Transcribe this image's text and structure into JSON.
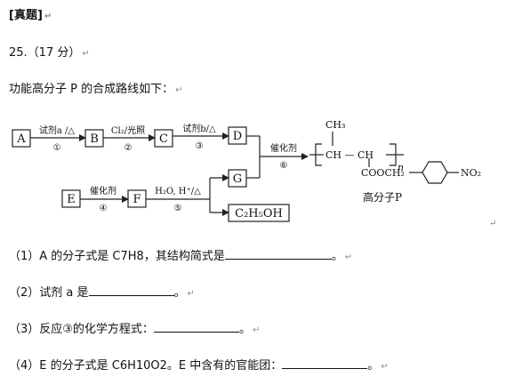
{
  "header": {
    "tag": "[真题]"
  },
  "question": {
    "number": "25.（17 分）",
    "intro": "功能高分子 P 的合成路线如下："
  },
  "diagram": {
    "nodes": {
      "A": "A",
      "B": "B",
      "C": "C",
      "D": "D",
      "E": "E",
      "F": "F",
      "G": "G",
      "H": "C₂H₅OH"
    },
    "reagents": {
      "r1": "试剂a /△",
      "r2": "Cl₂/光照",
      "r3": "试剂b/△",
      "r4": "催化剂",
      "r5": "H₂O, H⁺/△",
      "r6": "催化剂"
    },
    "steps": {
      "s1": "①",
      "s2": "②",
      "s3": "③",
      "s4": "④",
      "s5": "⑤",
      "s6": "⑥"
    },
    "polymer": {
      "ch3": "CH₃",
      "main": "CH — CH",
      "n": "n",
      "ester": "COOCH₂",
      "nitro": "NO₂",
      "label": "高分子P"
    }
  },
  "questions": [
    {
      "prefix": "（1）A 的分子式是 C7H8，其结构简式是",
      "suffix": "。"
    },
    {
      "prefix": "（2）试剂 a 是",
      "suffix": "。"
    },
    {
      "prefix": "（3）反应③的化学方程式：",
      "suffix": "。"
    },
    {
      "prefix": "（4）E 的分子式是 C6H10O2。E 中含有的官能团：",
      "suffix": "。"
    }
  ],
  "marks": {
    "para": "↵"
  }
}
